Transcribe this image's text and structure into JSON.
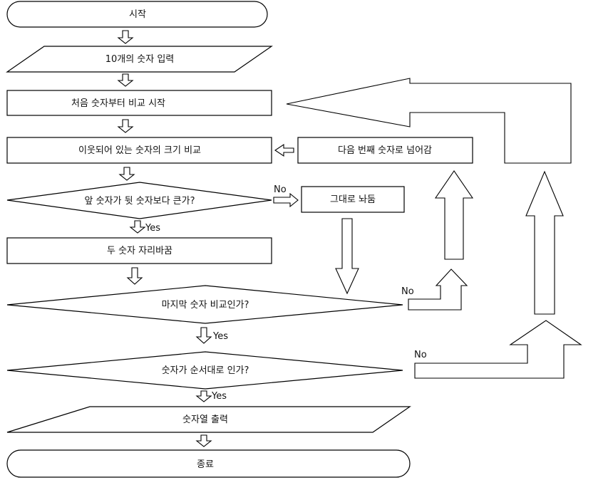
{
  "flowchart": {
    "start": "시작",
    "input": "10개의 숫자 입력",
    "begin_compare": "처음 숫자부터 비교 시작",
    "compare_adjacent": "이웃되어 있는 숫자의 크기 비교",
    "next_number": "다음 번째 숫자로 넘어감",
    "decision_front_bigger": "앞 숫자가 뒷 숫자보다 큰가?",
    "leave_as_is": "그대로 놔둠",
    "swap": "두 숫자 자리바꿈",
    "decision_last_compare": "마지막 숫자 비교인가?",
    "decision_in_order": "숫자가 순서대로 인가?",
    "output": "숫자열 출력",
    "end": "종료"
  },
  "edge_labels": {
    "no_1": "No",
    "yes_1": "Yes",
    "no_2": "No",
    "yes_2": "Yes",
    "no_3": "No",
    "yes_3": "Yes"
  }
}
